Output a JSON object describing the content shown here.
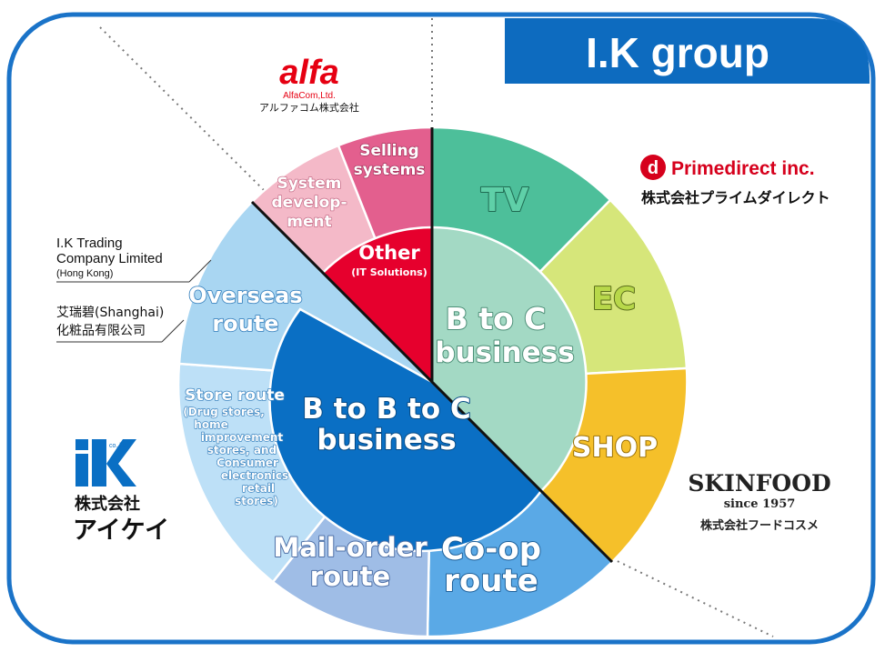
{
  "header": {
    "title": "I.K group"
  },
  "logos": {
    "alfa": {
      "mark": "alfa",
      "sub1": "AlfaCom,Ltd.",
      "sub2": "アルファコム株式会社"
    },
    "primedirect": {
      "mark": "d",
      "name": "Primedirect inc.",
      "sub": "株式会社プライムダイレクト"
    },
    "skinfood": {
      "name": "SKINFOOD",
      "since": "since 1957",
      "sub": "株式会社フードコスメ"
    },
    "ik": {
      "mark": "ik",
      "small": "co.,ltd",
      "sub1": "株式会社",
      "sub2": "アイケイ"
    }
  },
  "side_labels": {
    "hk": [
      "I.K Trading",
      "Company Limited",
      "(Hong Kong)"
    ],
    "shanghai": [
      "艾瑞碧(Shanghai)",
      "化粧品有限公司"
    ]
  },
  "hub": {
    "btoc": [
      "B to C",
      "business"
    ],
    "btobtoc": [
      "B to B to C",
      "business"
    ],
    "other": [
      "Other",
      "(IT Solutions)"
    ]
  },
  "segments": {
    "tv": "TV",
    "ec": "EC",
    "shop": "SHOP",
    "coop": [
      "Co-op",
      "route"
    ],
    "mailorder": [
      "Mail-order",
      "route"
    ],
    "store": [
      "Store route",
      "(Drug stores,",
      "home",
      "improvement",
      "stores, and",
      "Consumer",
      "electronics",
      "retail",
      "stores)"
    ],
    "overseas": [
      "Overseas",
      "route"
    ],
    "sysdev": [
      "System",
      "develop-",
      "ment"
    ],
    "selling": [
      "Selling",
      "systems"
    ]
  },
  "colors": {
    "frame": "#1a73c8",
    "header": "#0d6bbf",
    "btoc_segments": "#4dbf9a",
    "btoc_hub": "#a3d9c4",
    "ec": "#d6e67a",
    "shop": "#f5c02a",
    "coop": "#5aa9e6",
    "mailorder": "#9fbde6",
    "store": "#bde0f7",
    "overseas": "#a9d6f2",
    "hub_blue": "#0a6fc4",
    "other_hub": "#e6002d",
    "sysdev": "#f4b9c8",
    "selling": "#e35f8e",
    "alfa_red": "#e60012",
    "prime_red": "#d6001c"
  }
}
